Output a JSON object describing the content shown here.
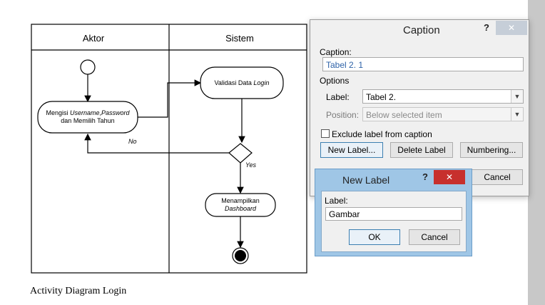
{
  "diagram": {
    "lanes": [
      "Aktor",
      "Sistem"
    ],
    "nodes": {
      "mengisi": "Mengisi Username,Password dan Memilih Tahun",
      "validasi": "Validasi Data Login",
      "menampilkan": "Menampilkan Dashboard"
    },
    "labels": {
      "no": "No",
      "yes": "Yes"
    }
  },
  "document": {
    "caption_text": "Activity Diagram Login"
  },
  "caption_dialog": {
    "title": "Caption",
    "help": "?",
    "close": "✕",
    "caption_label": "Caption:",
    "caption_value": "Tabel 2. 1",
    "options_label": "Options",
    "label_label": "Label:",
    "label_value": "Tabel 2.",
    "position_label": "Position:",
    "position_value": "Below selected item",
    "exclude_label": "Exclude label from caption",
    "new_label_btn": "New Label...",
    "delete_label_btn": "Delete Label",
    "numbering_btn": "Numbering...",
    "cancel_btn": "Cancel"
  },
  "new_label_dialog": {
    "title": "New Label",
    "help": "?",
    "close": "✕",
    "label_label": "Label:",
    "label_value": "Gambar",
    "ok_btn": "OK",
    "cancel_btn": "Cancel"
  },
  "colors": {
    "close_red": "#c7302d",
    "close_inactive": "#c6ced8",
    "caption_value_blue": "#2f63a8"
  }
}
